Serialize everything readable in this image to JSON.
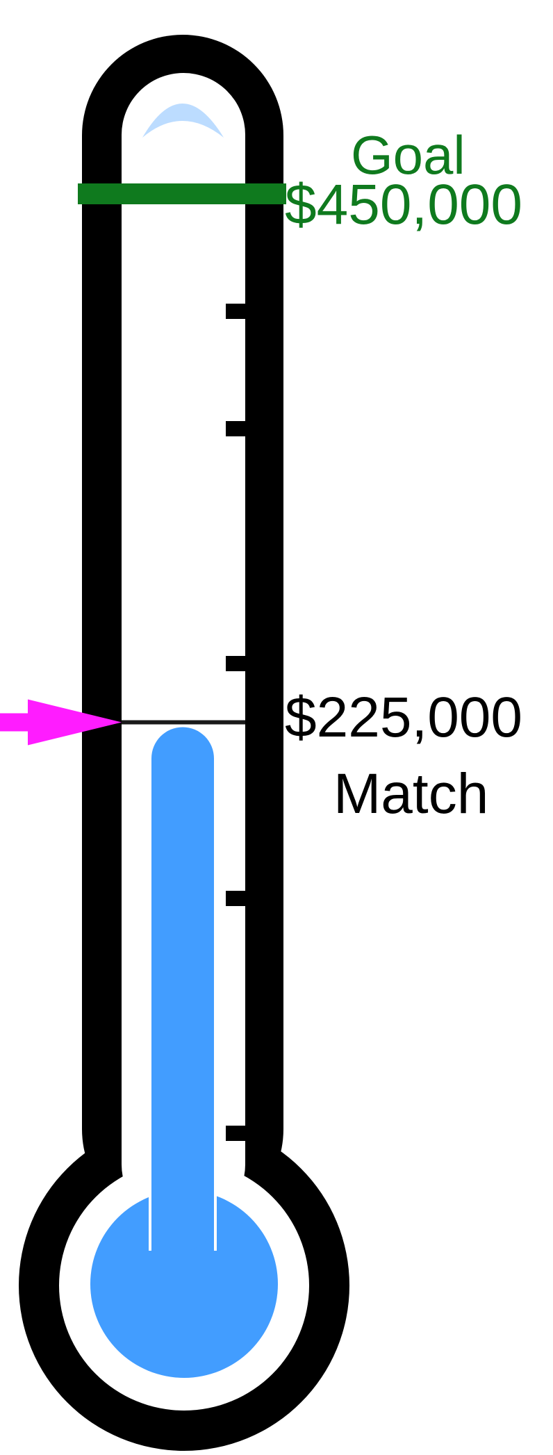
{
  "chart_data": {
    "type": "thermometer",
    "goal": {
      "label": "Goal",
      "value_text": "$450,000",
      "value": 450000
    },
    "current": {
      "value_text": "$225,000",
      "label": "Match",
      "value": 225000
    },
    "ylim": [
      0,
      500000
    ],
    "ticks": [
      50000,
      150000,
      250000,
      350000,
      400000,
      500000
    ]
  },
  "colors": {
    "outline": "#000000",
    "tube": "#ffffff",
    "mercury": "#429dff",
    "highlight": "#bcdcff",
    "goal": "#0f7a1e",
    "pointer": "#ff1cff",
    "current_line": "#1a1a1a"
  },
  "icons": {
    "pointer": "arrow-right-icon"
  }
}
